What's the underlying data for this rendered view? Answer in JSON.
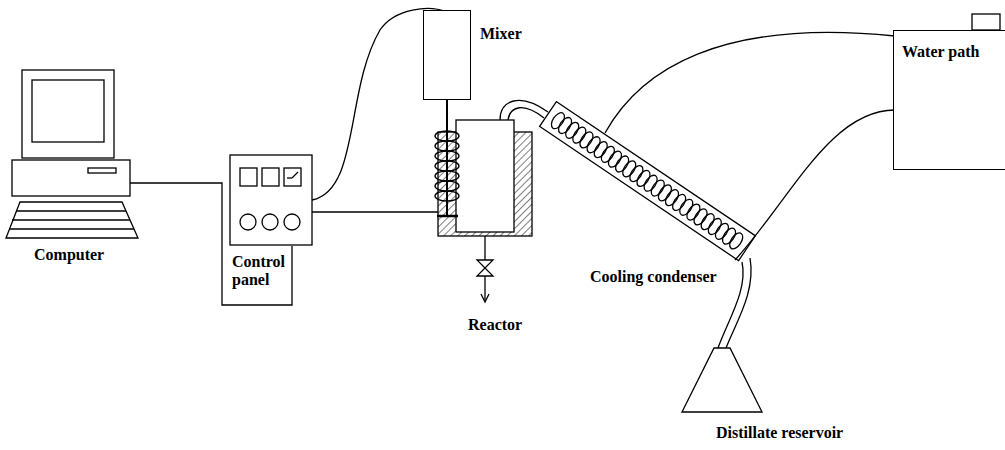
{
  "diagram": {
    "nodes": [
      {
        "text": [
          "Mixer"
        ]
      },
      {
        "text": [
          "Water path"
        ]
      }
    ],
    "labels": [
      "Computer",
      "Control panel",
      "Reactor",
      "Cooling condenser",
      "Distillate reservoir"
    ]
  }
}
